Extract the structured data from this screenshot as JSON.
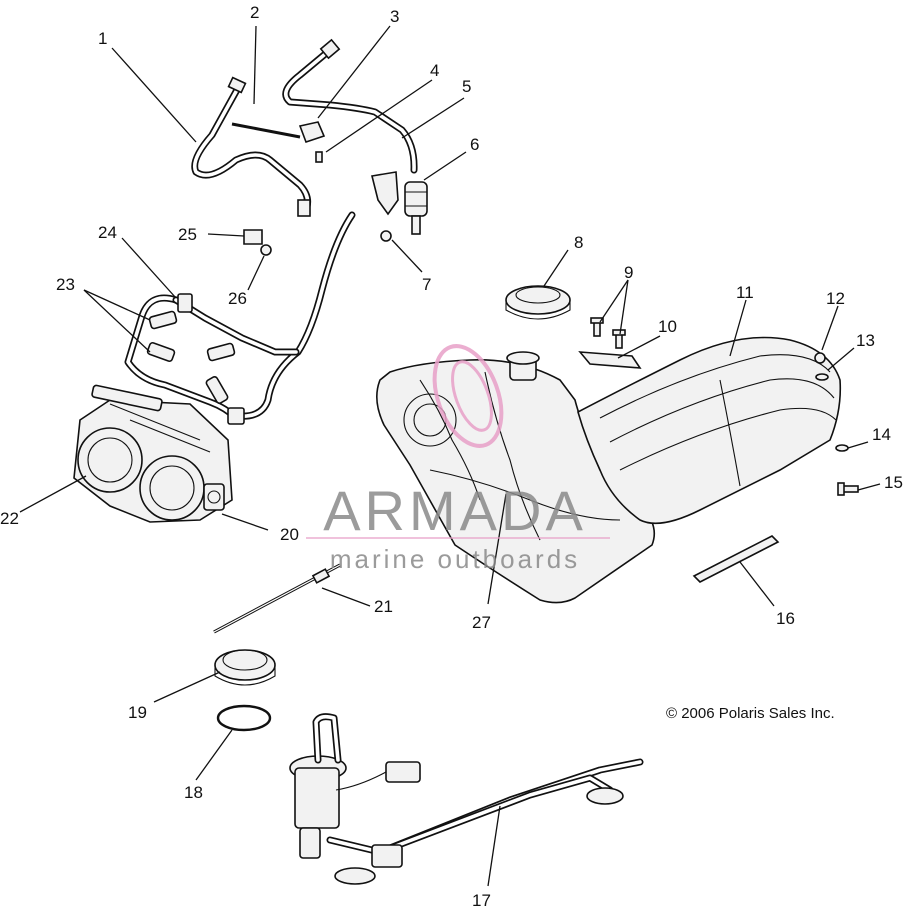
{
  "diagram": {
    "copyright": "© 2006 Polaris Sales Inc.",
    "watermark": {
      "brand": "ARMADA",
      "tagline": "marine outboards",
      "accent_color": "#e8a0c8",
      "text_color": "#8a8a8a"
    },
    "callouts": [
      "1",
      "2",
      "3",
      "4",
      "5",
      "6",
      "7",
      "8",
      "9",
      "10",
      "11",
      "12",
      "13",
      "14",
      "15",
      "16",
      "17",
      "18",
      "19",
      "20",
      "21",
      "22",
      "23",
      "24",
      "25",
      "26",
      "27"
    ]
  }
}
